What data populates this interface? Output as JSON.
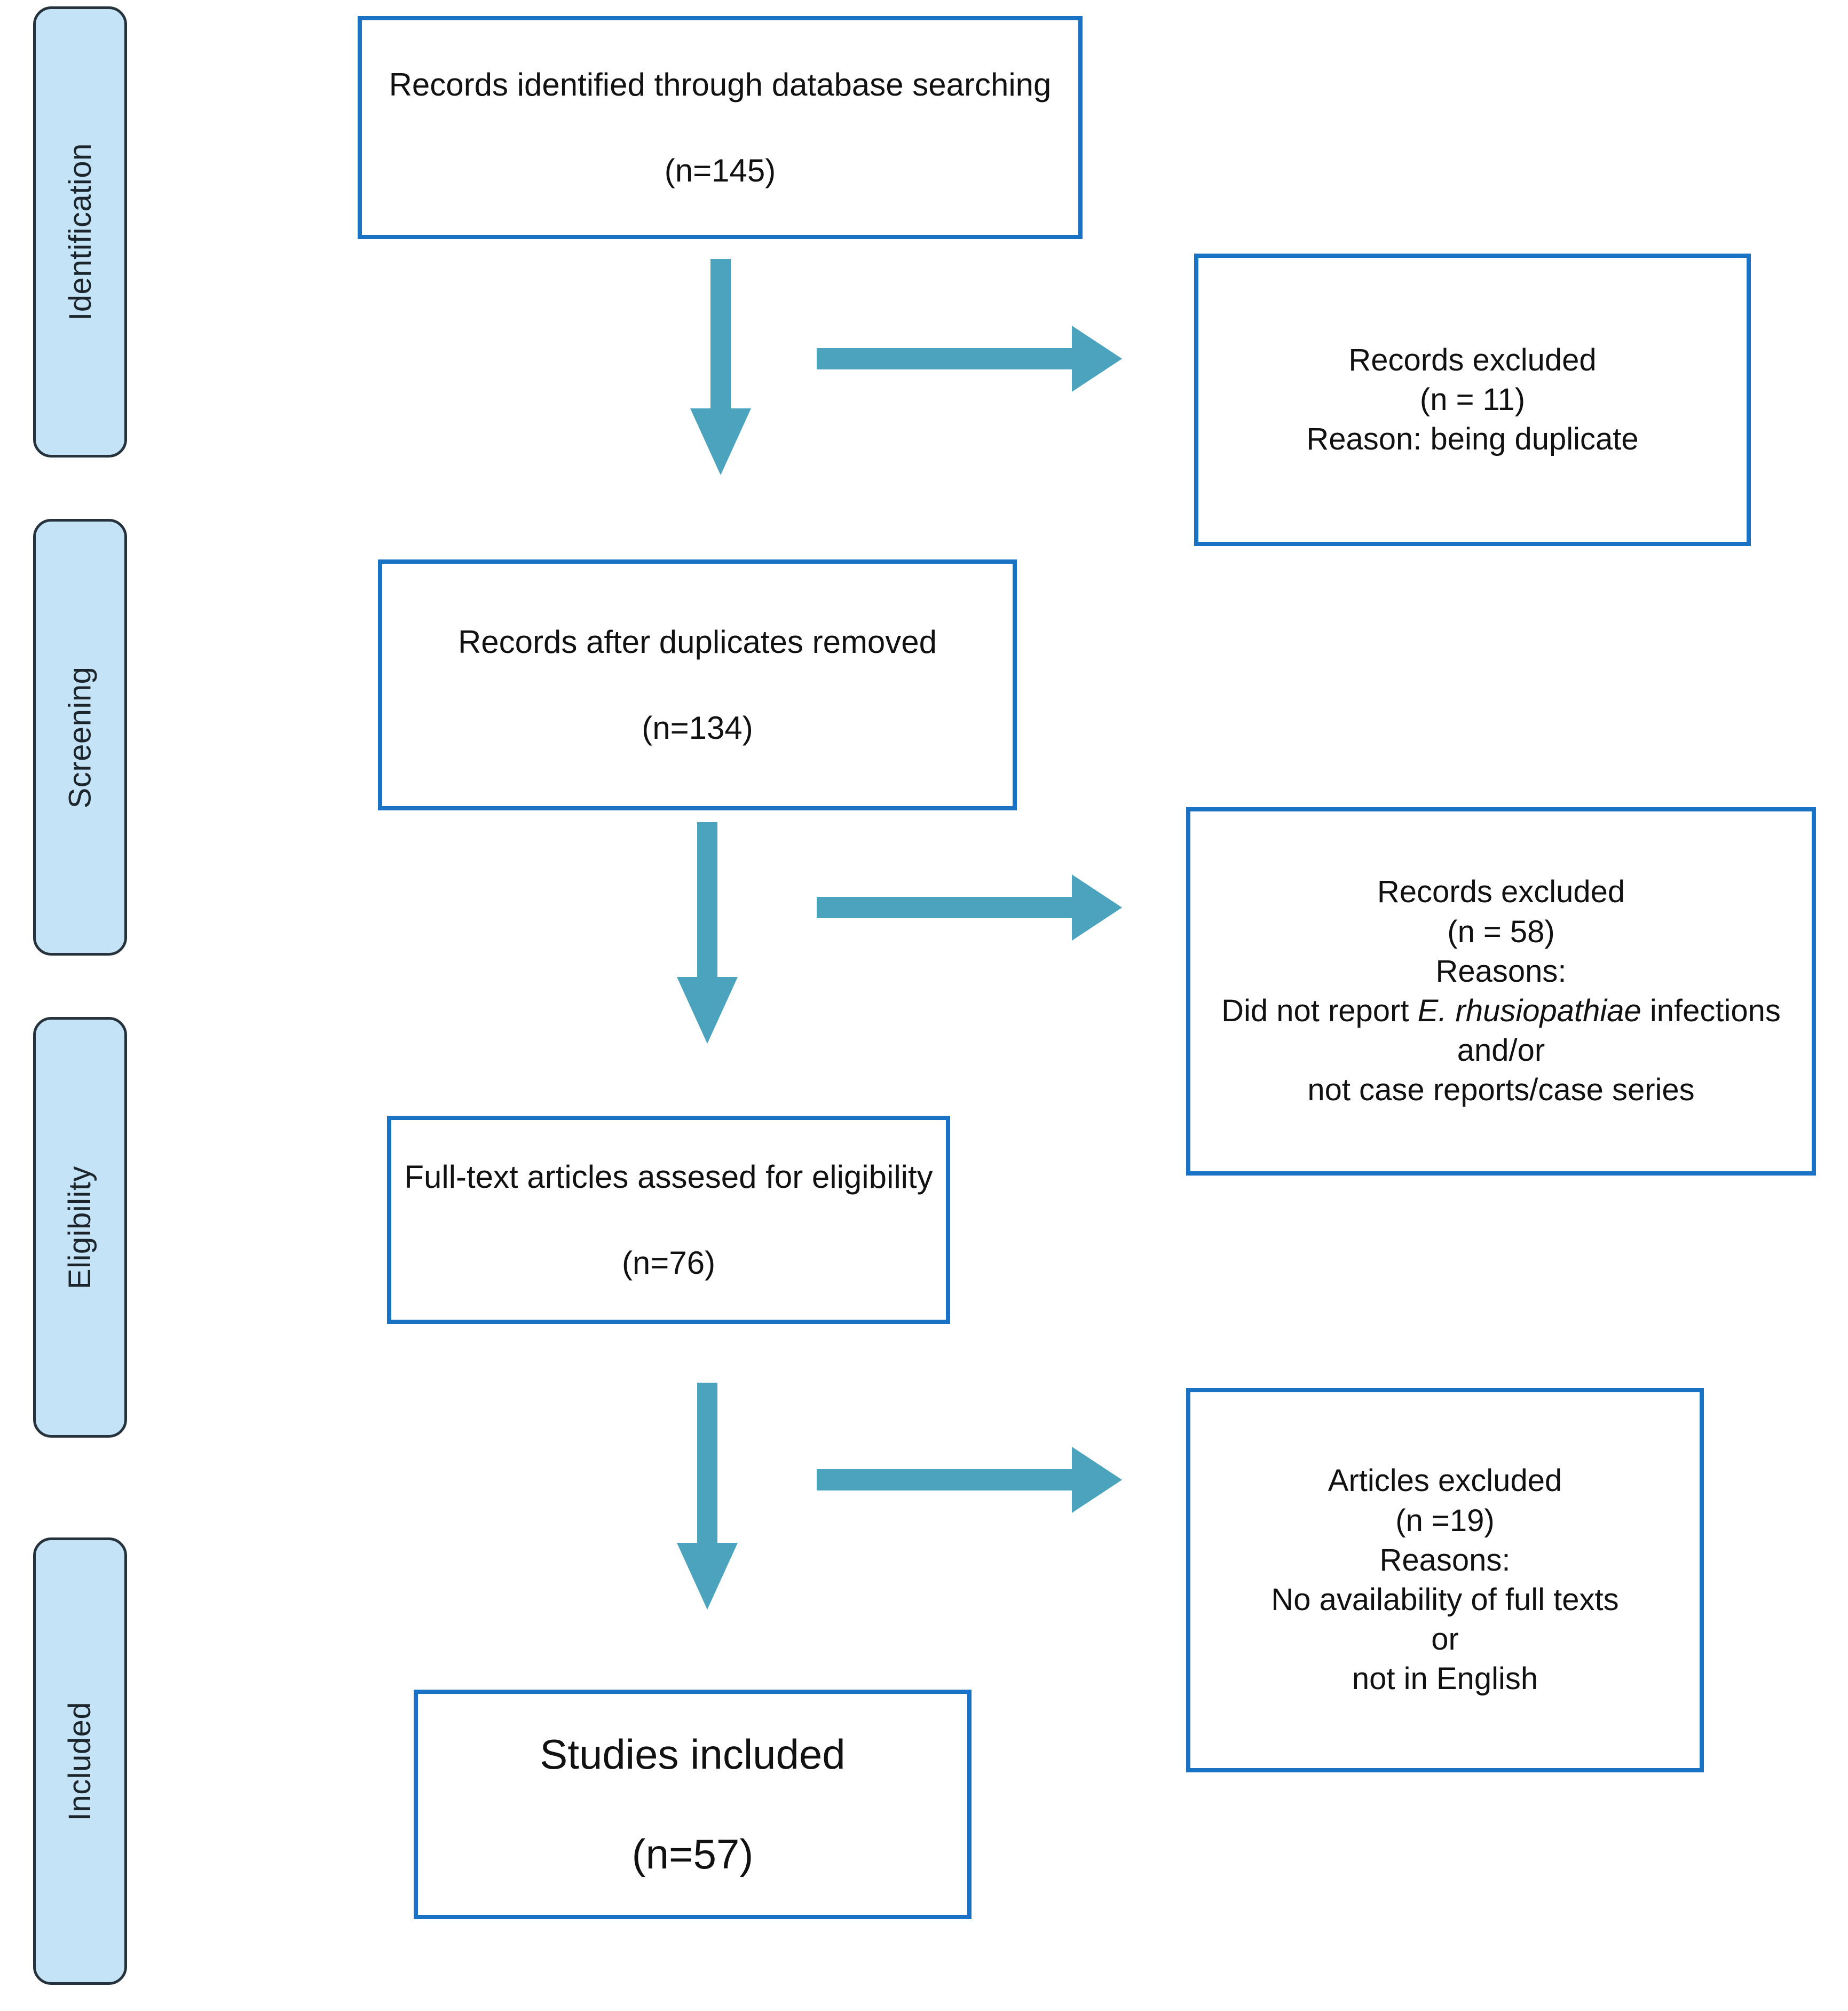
{
  "diagram": {
    "type": "prisma-flow-diagram",
    "accent_blue": "#1A72C4",
    "arrow_teal": "#4BA3BE",
    "stage_fill": "#C5E3F6",
    "stage_border": "#26323C"
  },
  "stages": [
    {
      "label": "Identification"
    },
    {
      "label": "Screening"
    },
    {
      "label": "Eligibility"
    },
    {
      "label": "Included"
    }
  ],
  "boxes": {
    "identified": {
      "line1": "Records identified through database searching",
      "line2": "(n=145)"
    },
    "excluded_duplicates": {
      "line1": "Records excluded",
      "line2": "(n = 11)",
      "line3": "Reason: being duplicate"
    },
    "after_duplicates": {
      "line1": "Records after duplicates removed",
      "line2": "(n=134)"
    },
    "excluded_screening": {
      "line1": "Records excluded",
      "line2": "(n = 58)",
      "line3": "Reasons:",
      "line4_pre": "Did not report ",
      "line4_italic": "E. rhusiopathiae",
      "line4_post": " infections",
      "line5": "and/or",
      "line6": "not case reports/case series"
    },
    "fulltext": {
      "line1": "Full-text articles assesed for eligibility",
      "line2": "(n=76)"
    },
    "excluded_fulltext": {
      "line1": "Articles excluded",
      "line2": "(n =19)",
      "line3": "Reasons:",
      "line4": "No availability of full texts",
      "line5": "or",
      "line6": "not in English"
    },
    "included": {
      "line1": "Studies included",
      "line2": "(n=57)"
    }
  },
  "arrows": [
    {
      "name": "down-arrow-identification-to-screening",
      "direction": "down"
    },
    {
      "name": "right-arrow-to-excluded-duplicates",
      "direction": "right"
    },
    {
      "name": "down-arrow-screening-to-eligibility",
      "direction": "down"
    },
    {
      "name": "right-arrow-to-excluded-screening",
      "direction": "right"
    },
    {
      "name": "down-arrow-eligibility-to-included",
      "direction": "down"
    },
    {
      "name": "right-arrow-to-excluded-fulltext",
      "direction": "right"
    }
  ]
}
